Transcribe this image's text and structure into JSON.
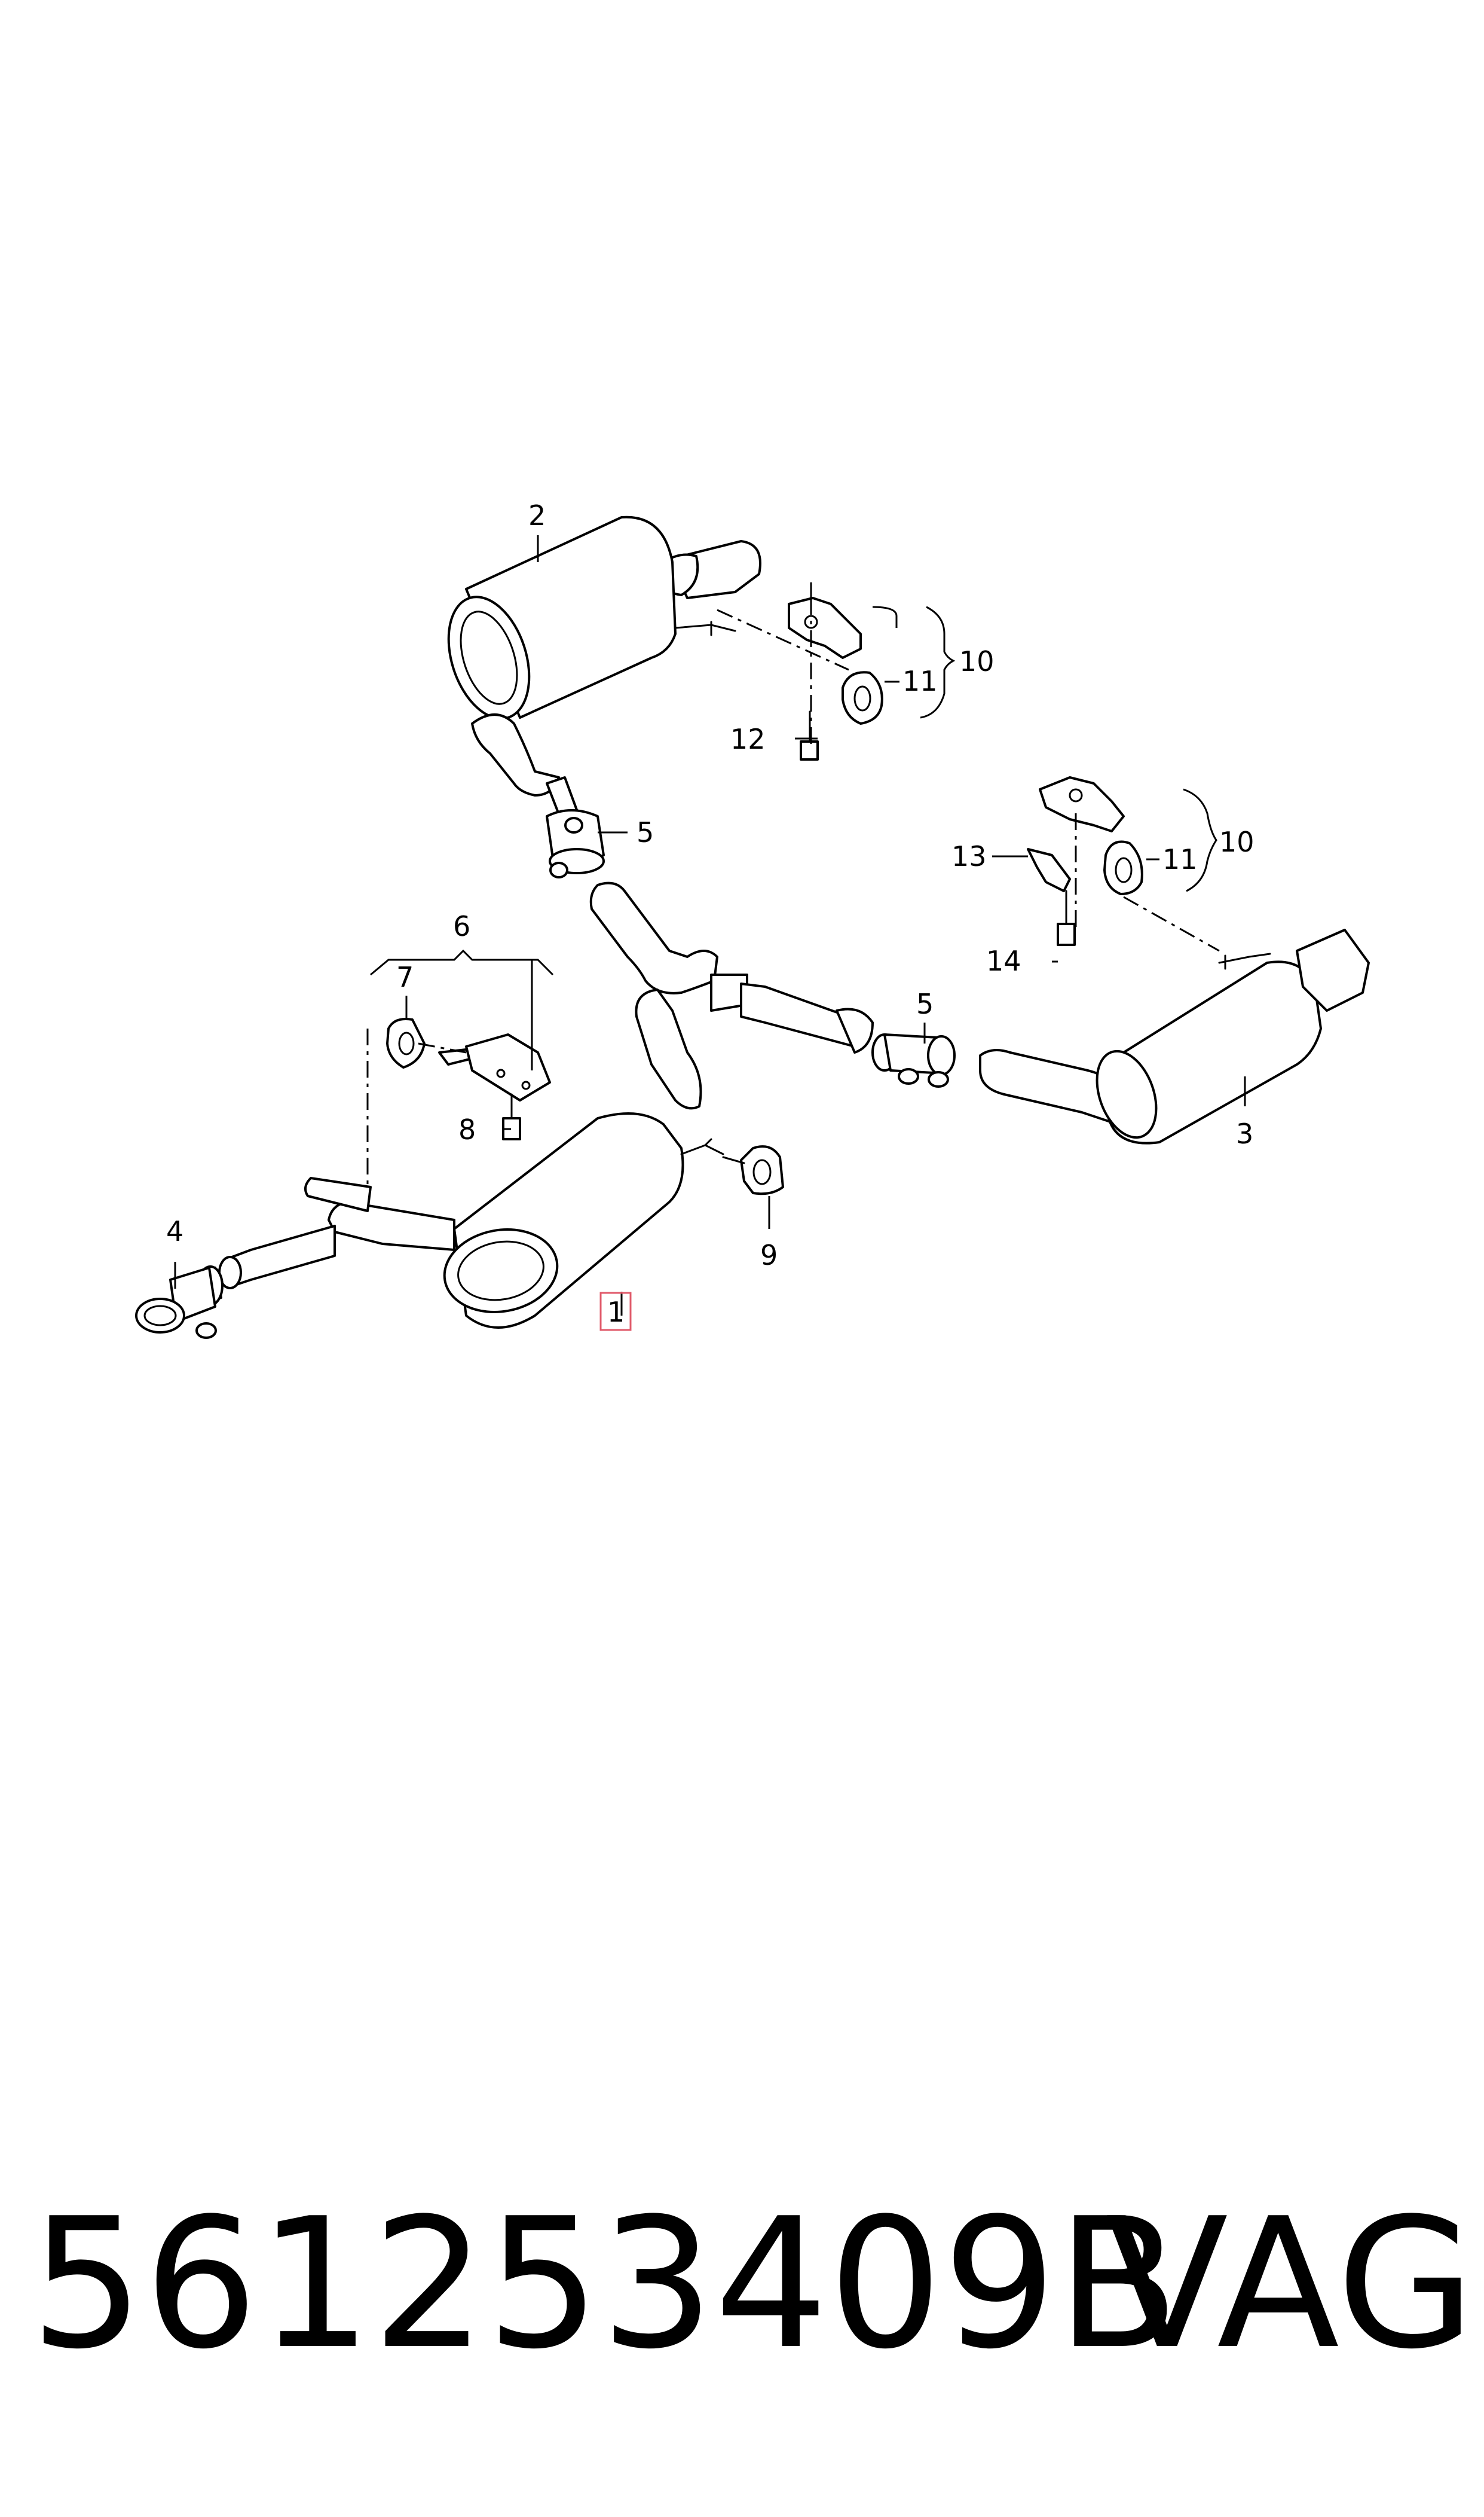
{
  "callouts": [
    {
      "id": "1",
      "label": "1",
      "highlighted": true
    },
    {
      "id": "2",
      "label": "2"
    },
    {
      "id": "3",
      "label": "3"
    },
    {
      "id": "4",
      "label": "4"
    },
    {
      "id": "5a",
      "label": "5"
    },
    {
      "id": "5b",
      "label": "5"
    },
    {
      "id": "6",
      "label": "6"
    },
    {
      "id": "7",
      "label": "7"
    },
    {
      "id": "8",
      "label": "8"
    },
    {
      "id": "9",
      "label": "9"
    },
    {
      "id": "10a",
      "label": "10"
    },
    {
      "id": "10b",
      "label": "10"
    },
    {
      "id": "11a",
      "label": "11"
    },
    {
      "id": "11b",
      "label": "11"
    },
    {
      "id": "12",
      "label": "12"
    },
    {
      "id": "13",
      "label": "13"
    },
    {
      "id": "14",
      "label": "14"
    }
  ],
  "footer": {
    "part_number": "561253409B",
    "brand": "VAG"
  },
  "colors": {
    "line": "#000000",
    "background": "#ffffff",
    "highlight_box": "#e05a6a"
  }
}
